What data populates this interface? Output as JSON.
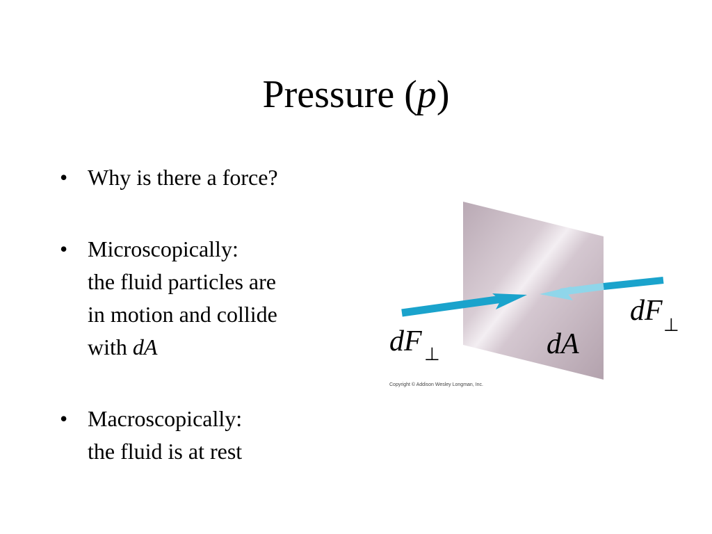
{
  "title": {
    "main": "Pressure (",
    "var": "p",
    "close": ")"
  },
  "bullets": [
    {
      "lines": [
        "Why is there a force?"
      ]
    },
    {
      "lines": [
        "Microscopically:",
        "the fluid particles are",
        "in motion and collide"
      ],
      "last_prefix": "with ",
      "last_italic": "dA"
    },
    {
      "lines": [
        "Macroscopically:",
        "the fluid is at rest"
      ]
    }
  ],
  "bullet_symbol": "•",
  "figure": {
    "left_force_label": "dF",
    "right_force_label": "dF",
    "perp_symbol": "⊥",
    "area_label": "dA",
    "copyright": "Copyright © Addison Wesley Longman, Inc.",
    "arrow_color": "#1aa3cc",
    "arrow_faded_color": "#8fd6ea",
    "plate_color": "#c9b9c3"
  }
}
